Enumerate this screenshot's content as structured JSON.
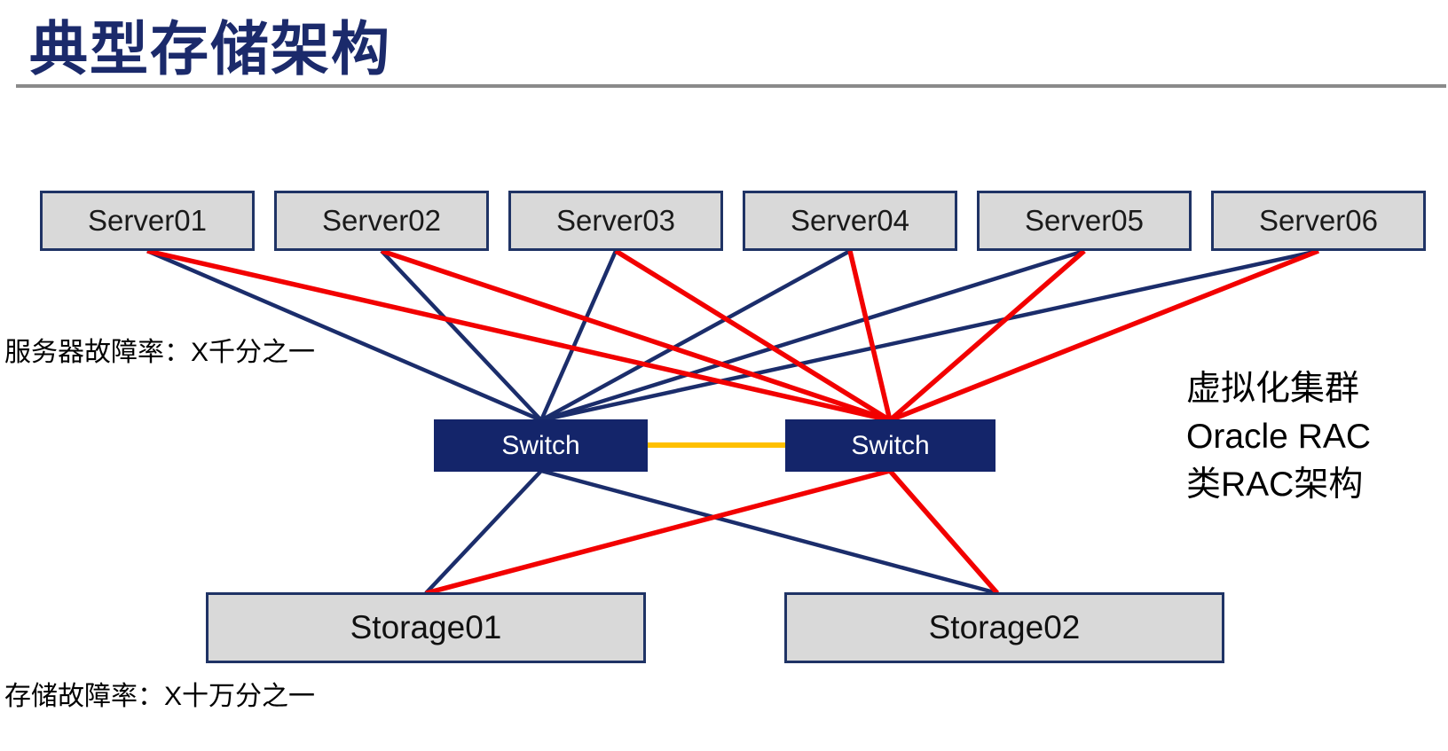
{
  "page": {
    "title": "典型存储架构"
  },
  "annotations": {
    "server_failure_rate": "服务器故障率：X千分之一",
    "storage_failure_rate": "存储故障率：X十万分之一",
    "cluster_note_line1": "虚拟化集群",
    "cluster_note_line2": "Oracle RAC",
    "cluster_note_line3": "类RAC架构"
  },
  "diagram": {
    "servers": [
      {
        "id": "server01",
        "label": "Server01"
      },
      {
        "id": "server02",
        "label": "Server02"
      },
      {
        "id": "server03",
        "label": "Server03"
      },
      {
        "id": "server04",
        "label": "Server04"
      },
      {
        "id": "server05",
        "label": "Server05"
      },
      {
        "id": "server06",
        "label": "Server06"
      }
    ],
    "switches": [
      {
        "id": "switch-a",
        "label": "Switch"
      },
      {
        "id": "switch-b",
        "label": "Switch"
      }
    ],
    "storages": [
      {
        "id": "storage01",
        "label": "Storage01"
      },
      {
        "id": "storage02",
        "label": "Storage02"
      }
    ],
    "colors": {
      "fabric_a": "#1b2d6b",
      "fabric_b": "#f20000",
      "interswitch_link": "#ffc000",
      "title": "#1b2a6b",
      "node_fill": "#d9d9d9",
      "switch_fill": "#14256a"
    },
    "edges": [
      {
        "from": "server01",
        "to": "switch-a",
        "fabric": "a"
      },
      {
        "from": "server02",
        "to": "switch-a",
        "fabric": "a"
      },
      {
        "from": "server03",
        "to": "switch-a",
        "fabric": "a"
      },
      {
        "from": "server04",
        "to": "switch-a",
        "fabric": "a"
      },
      {
        "from": "server05",
        "to": "switch-a",
        "fabric": "a"
      },
      {
        "from": "server06",
        "to": "switch-a",
        "fabric": "a"
      },
      {
        "from": "server01",
        "to": "switch-b",
        "fabric": "b"
      },
      {
        "from": "server02",
        "to": "switch-b",
        "fabric": "b"
      },
      {
        "from": "server03",
        "to": "switch-b",
        "fabric": "b"
      },
      {
        "from": "server04",
        "to": "switch-b",
        "fabric": "b"
      },
      {
        "from": "server05",
        "to": "switch-b",
        "fabric": "b"
      },
      {
        "from": "server06",
        "to": "switch-b",
        "fabric": "b"
      },
      {
        "from": "switch-a",
        "to": "storage01",
        "fabric": "a"
      },
      {
        "from": "switch-a",
        "to": "storage02",
        "fabric": "a"
      },
      {
        "from": "switch-b",
        "to": "storage01",
        "fabric": "b"
      },
      {
        "from": "switch-b",
        "to": "storage02",
        "fabric": "b"
      },
      {
        "from": "switch-a",
        "to": "switch-b",
        "fabric": "isl"
      }
    ]
  }
}
